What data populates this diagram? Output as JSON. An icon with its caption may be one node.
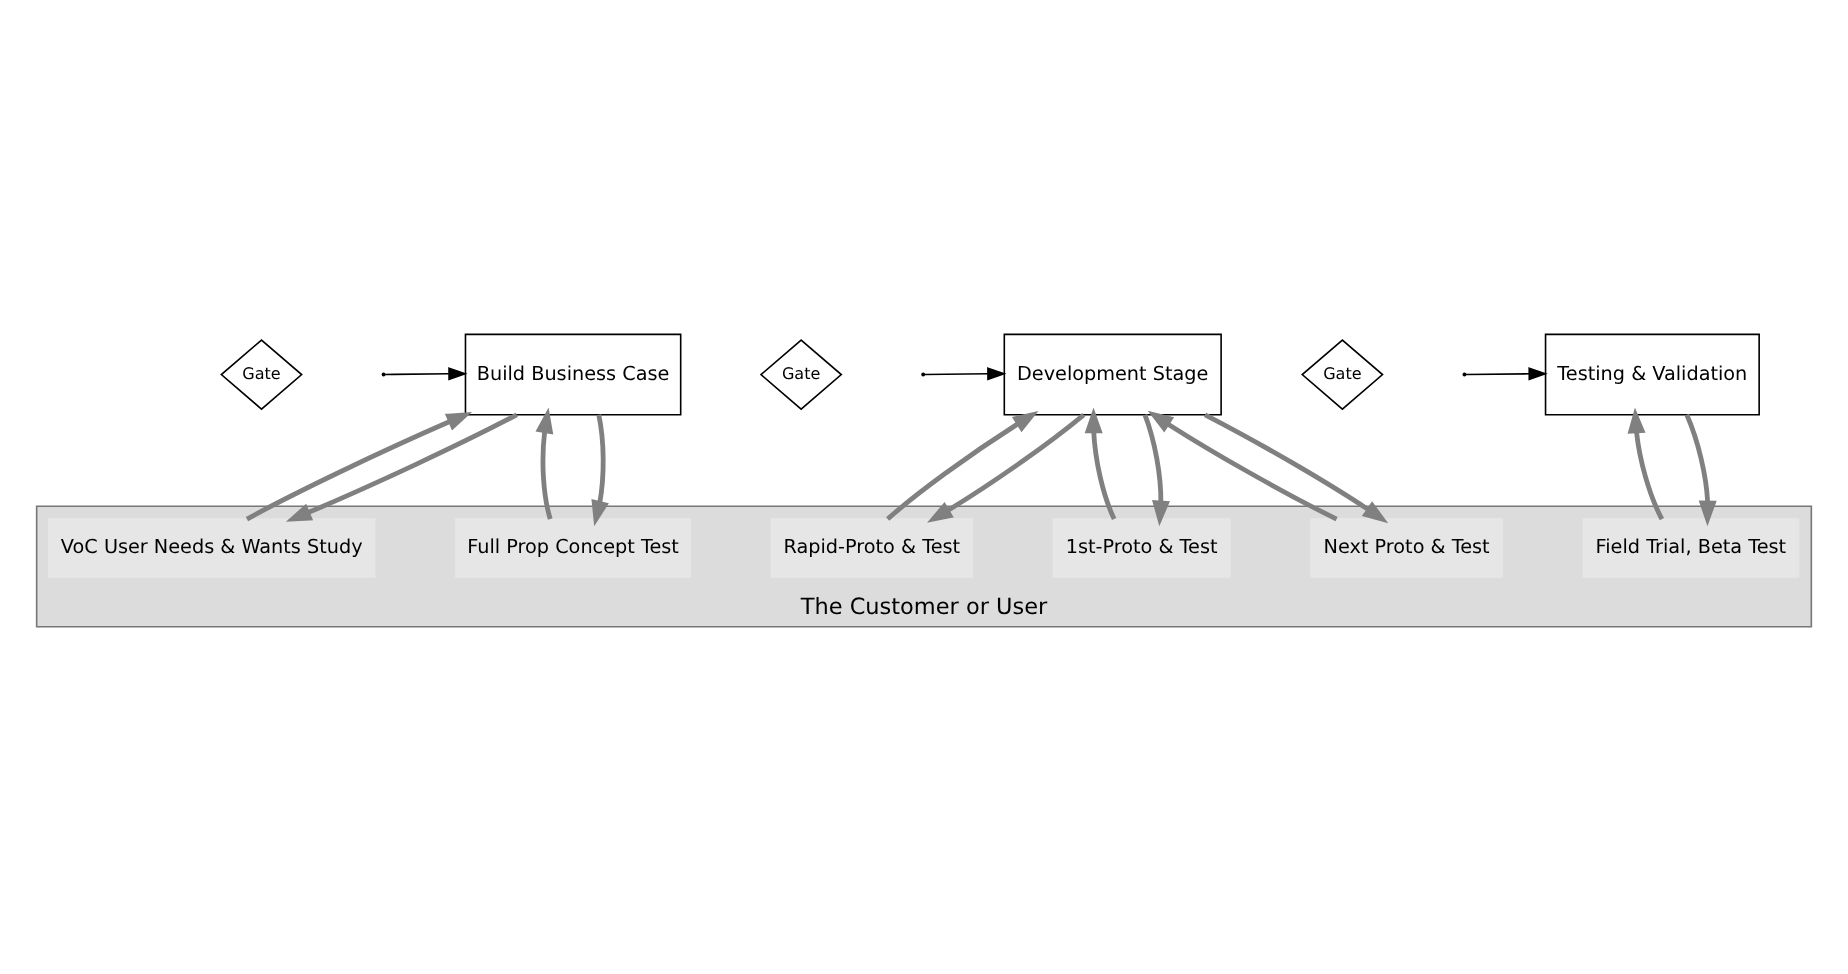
{
  "diagram": {
    "nodes": [
      {
        "text": [
          "Gate"
        ]
      },
      {
        "text": [
          "Build Business Case"
        ]
      },
      {
        "text": [
          "Gate"
        ]
      },
      {
        "text": [
          "Development Stage"
        ]
      },
      {
        "text": [
          "Gate"
        ]
      },
      {
        "text": [
          "Testing & Validation"
        ]
      },
      {
        "text": [
          "The Customer or User"
        ]
      },
      {
        "text": [
          "VoC User Needs & Wants Study"
        ],
        "in": 6
      },
      {
        "text": [
          "Full Prop Concept Test"
        ],
        "in": 6
      },
      {
        "text": [
          "Rapid-Proto & Test"
        ],
        "in": 6
      },
      {
        "text": [
          "1st-Proto & Test"
        ],
        "in": 6
      },
      {
        "text": [
          "Next Proto & Test"
        ],
        "in": 6
      },
      {
        "text": [
          "Field Trial, Beta Test"
        ],
        "in": 6
      }
    ],
    "edges": [
      {
        "from": null,
        "to": 1,
        "arrow": "to",
        "color": "#000000"
      },
      {
        "from": null,
        "to": 3,
        "arrow": "to",
        "color": "#000000"
      },
      {
        "from": null,
        "to": 5,
        "arrow": "to",
        "color": "#000000"
      },
      {
        "from": 1,
        "to": 7,
        "arrow": "to"
      },
      {
        "from": 7,
        "to": 1,
        "arrow": "to"
      },
      {
        "from": 1,
        "to": 8,
        "arrow": "to"
      },
      {
        "from": 8,
        "to": 1,
        "arrow": "to"
      },
      {
        "from": 3,
        "to": 9,
        "arrow": "to"
      },
      {
        "from": 9,
        "to": 3,
        "arrow": "to"
      },
      {
        "from": 3,
        "to": 10,
        "arrow": "to"
      },
      {
        "from": 10,
        "to": 3,
        "arrow": "to"
      },
      {
        "from": 3,
        "to": 11,
        "arrow": "to"
      },
      {
        "from": 11,
        "to": 3,
        "arrow": "to"
      },
      {
        "from": 5,
        "to": 12,
        "arrow": "to"
      },
      {
        "from": 12,
        "to": 5,
        "arrow": "to"
      }
    ]
  }
}
